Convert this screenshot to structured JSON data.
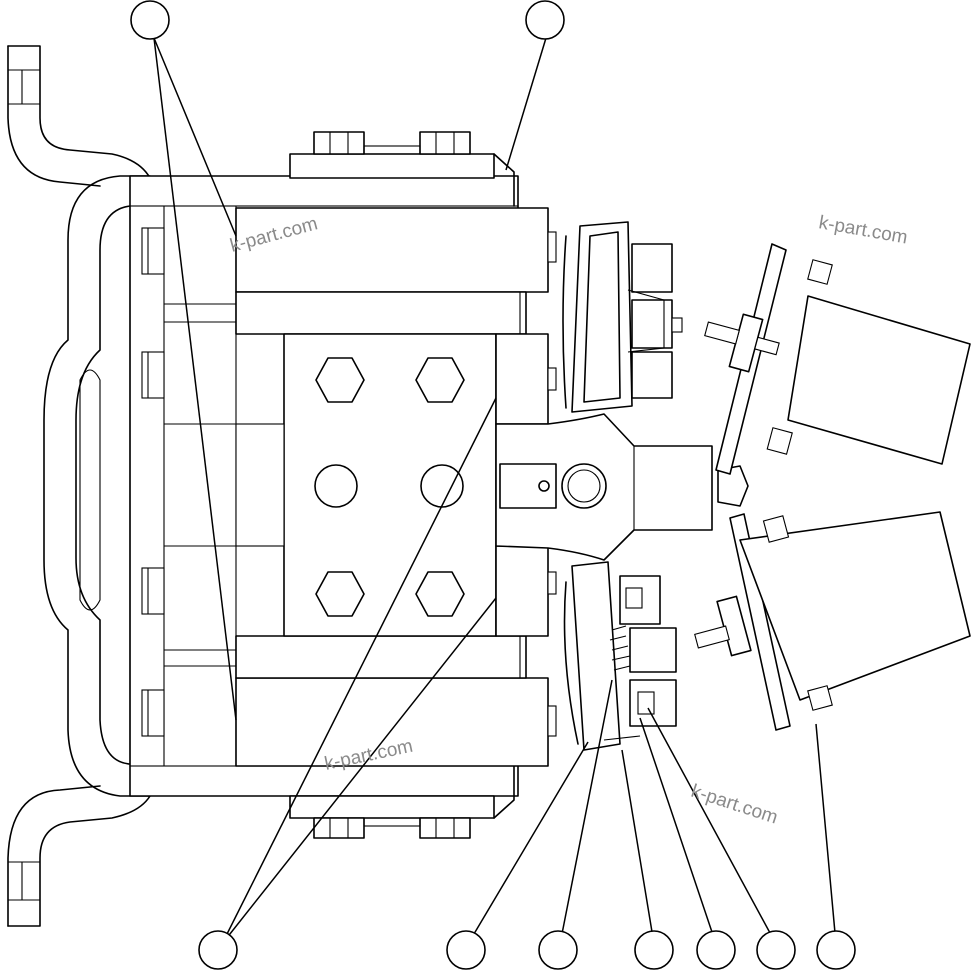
{
  "watermarks": [
    "k-part.com",
    "k-part.com",
    "k-part.com",
    "k-part.com"
  ],
  "callouts": [
    "",
    "",
    "",
    "",
    "",
    "",
    "",
    "",
    ""
  ],
  "colors": {
    "line": "#000000",
    "background": "#ffffff",
    "watermark": "#8a8a8a"
  }
}
